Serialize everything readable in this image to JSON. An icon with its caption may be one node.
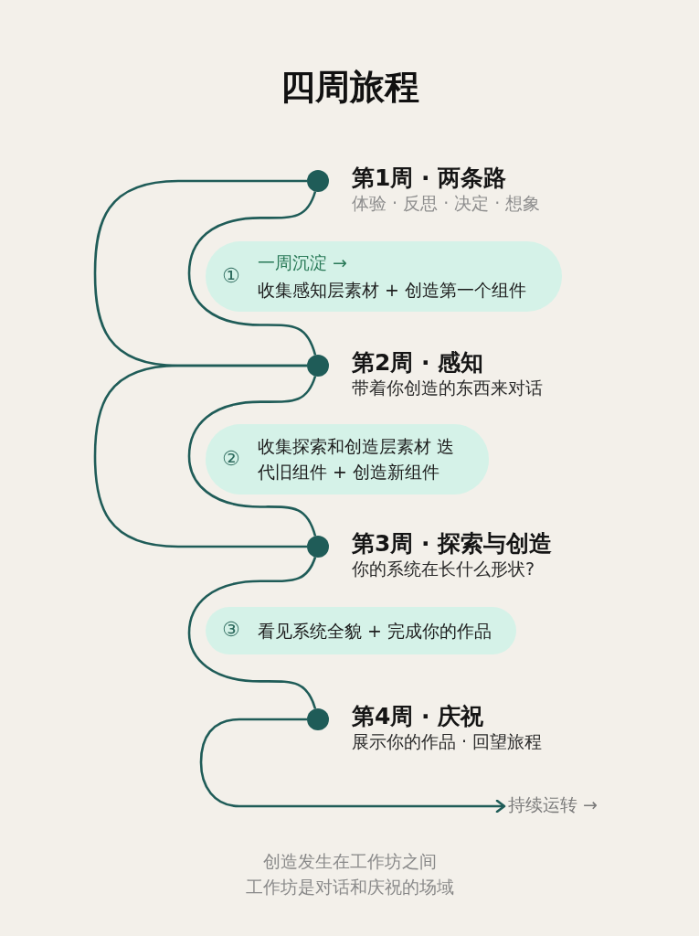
{
  "diagram": {
    "title": "四周旅程",
    "nodes": [
      {
        "text": [],
        "shape": "circle",
        "beside": [
          "第1周 · 两条路",
          "体验 · 反思 · 决定 · 想象"
        ]
      },
      {
        "text": [
          "①",
          "一周沉淀 →",
          "收集感知层素材 + 创造第一个组件"
        ]
      },
      {
        "text": [],
        "shape": "circle",
        "beside": [
          "第2周 · 感知",
          "带着你创造的东西来对话"
        ]
      },
      {
        "text": [
          "②",
          "收集探索和创造层素材 迭代旧组件 + 创造新组件"
        ]
      },
      {
        "text": [],
        "shape": "circle",
        "beside": [
          "第3周 · 探索与创造",
          "你的系统在长什么形状?"
        ]
      },
      {
        "text": [
          "③",
          "看见系统全貌 + 完成你的作品"
        ]
      },
      {
        "text": [],
        "shape": "circle",
        "beside": [
          "第4周 · 庆祝",
          "展示你的作品 · 回望旅程"
        ]
      },
      {
        "text": [
          "持续运转 →"
        ]
      }
    ],
    "edges": [
      {
        "from": 0,
        "to": 2,
        "arrow": "none"
      },
      {
        "from": 0,
        "to": 2,
        "arrow": "none"
      },
      {
        "from": 2,
        "to": 4,
        "arrow": "none"
      },
      {
        "from": 2,
        "to": 4,
        "arrow": "none"
      },
      {
        "from": 4,
        "to": 6,
        "arrow": "none"
      },
      {
        "from": 6,
        "to": 7,
        "arrow": "to"
      }
    ],
    "labels": [
      "创造发生在工作坊之间",
      "工作坊是对话和庆祝的场域"
    ]
  }
}
